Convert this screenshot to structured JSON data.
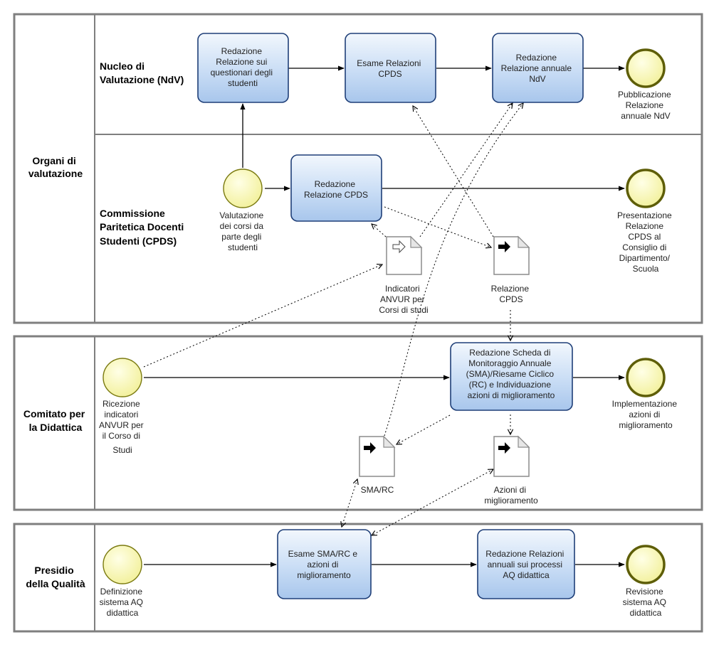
{
  "pools": {
    "valutazione": {
      "label": [
        "Organi di",
        "valutazione"
      ]
    },
    "comitato": {
      "label": [
        "Comitato per",
        "la Didattica"
      ]
    },
    "presidio": {
      "label": [
        "Presidio",
        "della Qualità"
      ]
    }
  },
  "lanes": {
    "ndv": {
      "label": [
        "Nucleo di",
        "Valutazione (NdV)"
      ]
    },
    "cpds": {
      "label": [
        "Commissione",
        "Paritetica Docenti",
        "Studenti (CPDS)"
      ]
    }
  },
  "tasks": {
    "t_ndv_questionari": [
      "Redazione",
      "Relazione sui",
      "questionari degli",
      "studenti"
    ],
    "t_esame_cpds": [
      "Esame Relazioni",
      "CPDS"
    ],
    "t_relazione_annuale_ndv": [
      "Redazione",
      "Relazione annuale",
      "NdV"
    ],
    "t_relazione_cpds": [
      "Redazione",
      "Relazione CPDS"
    ],
    "t_scheda_sma": [
      "Redazione Scheda di",
      "Monitoraggio Annuale",
      "(SMA)/Riesame Ciclico",
      "(RC) e Individuazione",
      "azioni di miglioramento"
    ],
    "t_esame_sma": [
      "Esame SMA/RC e",
      "azioni di",
      "miglioramento"
    ],
    "t_relazioni_processi": [
      "Redazione Relazioni",
      "annuali sui processi",
      "AQ didattica"
    ]
  },
  "events": {
    "e_pubblicazione": [
      "Pubblicazione",
      "Relazione",
      "annuale NdV"
    ],
    "e_valutazione_corsi": [
      "Valutazione",
      "dei corsi da",
      "parte degli",
      "studenti"
    ],
    "e_presentazione": [
      "Presentazione",
      "Relazione",
      "CPDS al",
      "Consiglio di",
      "Dipartimento/",
      "Scuola"
    ],
    "e_ricezione": [
      "Ricezione",
      "indicatori",
      "ANVUR per",
      "il Corso di",
      "Studi"
    ],
    "e_implementazione": [
      "Implementazione",
      "azioni di",
      "miglioramento"
    ],
    "e_definizione": [
      "Definizione",
      "sistema AQ",
      "didattica"
    ],
    "e_revisione": [
      "Revisione",
      "sistema AQ",
      "didattica"
    ]
  },
  "documents": {
    "d_indicatori": [
      "Indicatori",
      "ANVUR per",
      "Corsi di studi"
    ],
    "d_relazione_cpds": [
      "Relazione",
      "CPDS"
    ],
    "d_sma_rc": [
      "SMA/RC"
    ],
    "d_azioni": [
      "Azioni di",
      "miglioramento"
    ]
  }
}
